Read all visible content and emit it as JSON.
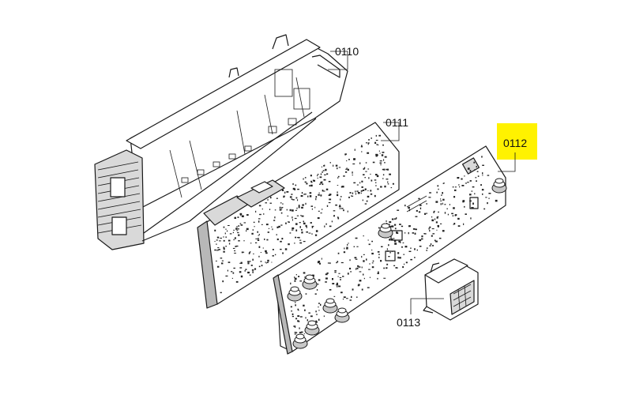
{
  "colors": {
    "highlight": "#fff200",
    "ink": "#1a1a1a",
    "background": "#ffffff"
  },
  "parts": [
    {
      "id": "housing",
      "label": "0110"
    },
    {
      "id": "board-back",
      "label": "0111"
    },
    {
      "id": "board-front",
      "label": "0112",
      "highlighted": true
    },
    {
      "id": "module",
      "label": "0113"
    }
  ]
}
